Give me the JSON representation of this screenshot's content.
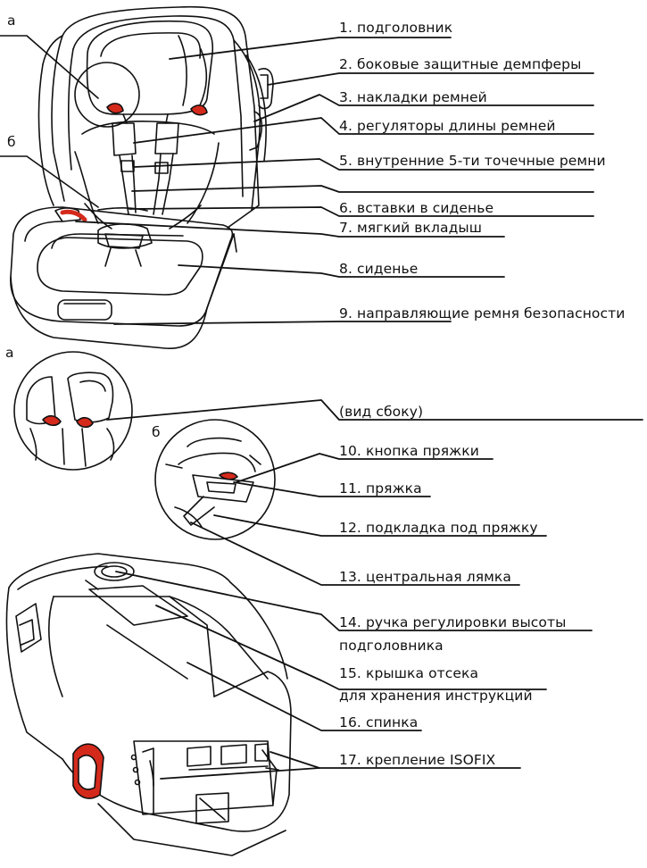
{
  "colors": {
    "line": "#111111",
    "accent": "#d42a1c"
  },
  "insets": {
    "a_marker": "а",
    "b_marker": "б",
    "a_inset": "а",
    "b_inset": "б"
  },
  "labels": [
    {
      "text": "1. подголовник"
    },
    {
      "text": "2. боковые защитные демпферы"
    },
    {
      "text": "3. накладки ремней"
    },
    {
      "text": "4. регуляторы длины ремней"
    },
    {
      "text": "5.  внутренние  5-ти  точечные  ремни"
    },
    {
      "text": "6. вставки в сиденье"
    },
    {
      "text": "7.  мягкий вкладыш"
    },
    {
      "text": "8. сиденье"
    },
    {
      "text": "9. направляющие ремня безопасности",
      "text2": "(вид сбоку)"
    },
    {
      "text": "10. кнопка пряжки"
    },
    {
      "text": "11. пряжка"
    },
    {
      "text": "12. подкладка под пряжку"
    },
    {
      "text": "13. центральная лямка"
    },
    {
      "text": "14.  ручка регулировки высоты",
      "text2": "подголовника"
    },
    {
      "text": "15. крышка отсека",
      "text2": "для хранения инструкций"
    },
    {
      "text": "16. спинка"
    },
    {
      "text": "17. крепление ISOFIX"
    }
  ]
}
